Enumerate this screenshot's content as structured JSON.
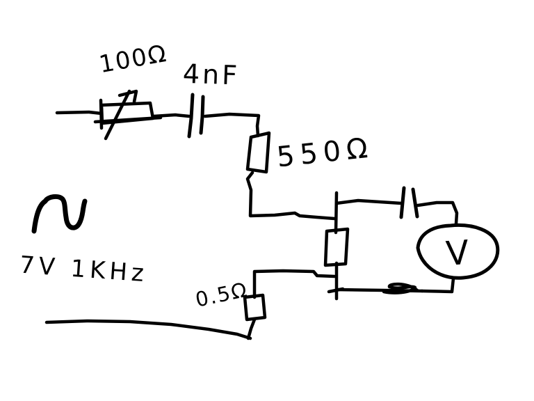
{
  "colors": {
    "ink": "#000000",
    "background": "#ffffff"
  },
  "labels": {
    "source": "7V 1KHz",
    "variable_resistor": "100Ω",
    "capacitor": "4nF",
    "resistor_550": "550Ω",
    "resistor_0_5": "0.5Ω",
    "voltmeter": "V"
  }
}
